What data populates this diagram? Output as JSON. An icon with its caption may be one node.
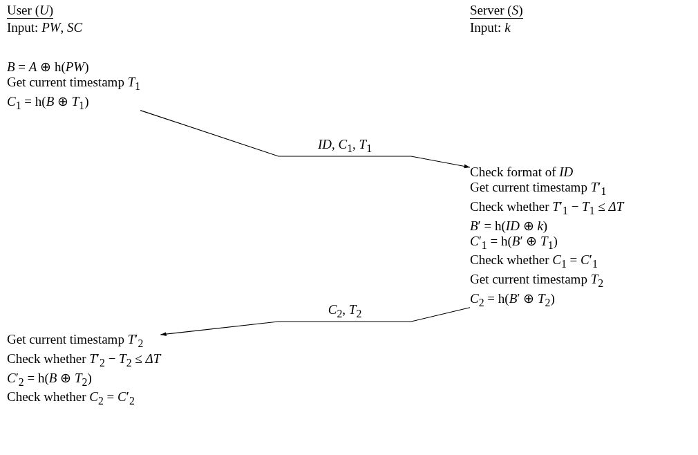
{
  "diagram": {
    "nodes": [
      {
        "text": [
          "User (*U*)",
          "Input: *PW*, *SC*"
        ]
      },
      {
        "text": [
          "Server (*S*)",
          "Input: *k*"
        ]
      },
      {
        "text": [
          "*B* = *A* ⊕ h(*PW*)",
          "Get current timestamp *T*$_{1}$",
          "*C*$_{1}$ = h(*B* ⊕ *T*$_{1}$)"
        ]
      },
      {
        "text": [
          "Check format of *ID*",
          "Get current timestamp *T*′$_{1}$",
          "Check whether *T*′$_{1}$ − *T*$_{1}$ ≤ *ΔT*",
          "*B*′ = h(*ID* ⊕ *k*)",
          "*C*′$_{1}$ = h(*B*′ ⊕ *T*$_{1}$)",
          "Check whether *C*$_{1}$ = *C*′$_{1}$",
          "Get current timestamp *T*$_{2}$",
          "*C*$_{2}$ = h(*B*′ ⊕ *T*$_{2}$)"
        ]
      },
      {
        "text": [
          "Get current timestamp *T*′$_{2}$",
          "Check whether *T*′$_{2}$ − *T*$_{2}$ ≤ *ΔT*",
          "*C*′$_{2}$ = h(*B* ⊕ *T*$_{2}$)",
          "Check whether *C*$_{2}$ = *C*′$_{2}$"
        ]
      }
    ],
    "edges": [
      {
        "from": 2,
        "to": 3,
        "arrow": "to",
        "label": "*ID*, *C*$_{1}$, *T*$_{1}$"
      },
      {
        "from": 3,
        "to": 4,
        "arrow": "to",
        "label": "*C*$_{2}$, *T*$_{2}$"
      }
    ]
  }
}
